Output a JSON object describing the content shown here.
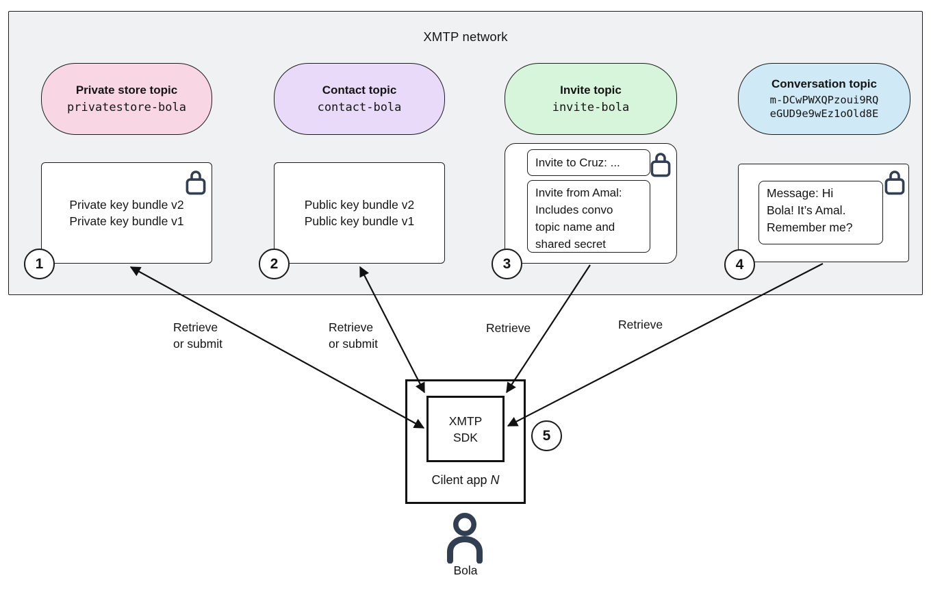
{
  "network": {
    "title": "XMTP network"
  },
  "topics": [
    {
      "title": "Private store topic",
      "name": "privatestore-bola"
    },
    {
      "title": "Contact topic",
      "name": "contact-bola"
    },
    {
      "title": "Invite topic",
      "name": "invite-bola"
    },
    {
      "title": "Conversation topic",
      "name_line1": "m-DCwPWXQPzoui9RQ",
      "name_line2": "eGUD9e9wEz1oOld8E"
    }
  ],
  "cards": {
    "private_store": {
      "line1": "Private key bundle v2",
      "line2": "Private key bundle v1"
    },
    "contact": {
      "line1": "Public key bundle v2",
      "line2": "Public key bundle v1"
    },
    "invite": {
      "message1": "Invite to Cruz: ...",
      "message2_line1": "Invite from Amal:",
      "message2_line2": "Includes convo",
      "message2_line3": "topic name and",
      "message2_line4": "shared secret"
    },
    "conversation": {
      "message_line1": "Message: Hi",
      "message_line2": "Bola! It’s Amal.",
      "message_line3": "Remember me?"
    }
  },
  "badges": {
    "one": "1",
    "two": "2",
    "three": "3",
    "four": "4",
    "five": "5"
  },
  "edges": {
    "private_store_label_line1": "Retrieve",
    "private_store_label_line2": "or submit",
    "contact_label_line1": "Retrieve",
    "contact_label_line2": "or submit",
    "invite_label": "Retrieve",
    "conversation_label": "Retrieve"
  },
  "client": {
    "sdk_line1": "XMTP",
    "sdk_line2": "SDK",
    "app_label": "Cilent app",
    "app_label_suffix": "N",
    "user": "Bola"
  },
  "colors": {
    "network_bg": "#f0f1f3",
    "outline": "#1c1c1c",
    "icon_dark": "#323e52",
    "pill_private_store": "#f8d6e4",
    "pill_contact": "#e9daf9",
    "pill_invite": "#d7f5da",
    "pill_conversation": "#cfeaf6"
  }
}
